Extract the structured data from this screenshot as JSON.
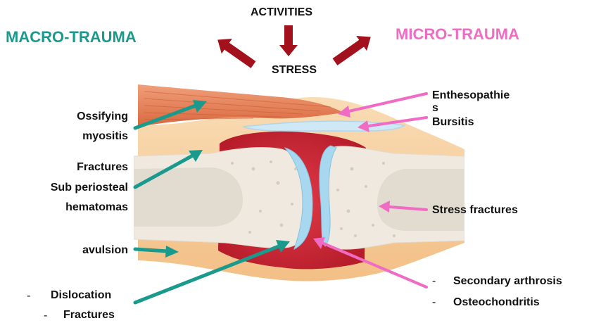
{
  "header": {
    "activities": "ACTIVITIES",
    "stress": "STRESS",
    "macro_title": "MACRO-TRAUMA",
    "micro_title": "MICRO-TRAUMA"
  },
  "colors": {
    "macro": "#1a9a8c",
    "micro": "#f06cc4",
    "arrow_red": "#a3111c",
    "muscle": "#e8865a",
    "tissue": "#f6c894",
    "bone": "#f1ede6",
    "cartilage": "#a8d8f0",
    "synovial": "#d42a3a"
  },
  "macro_labels": {
    "ossifying_1": "Ossifying",
    "ossifying_2": "myositis",
    "fractures": "Fractures",
    "subperiosteal_1": "Sub periosteal",
    "subperiosteal_2": "hematomas",
    "avulsion": "avulsion",
    "dislocation": "Dislocation",
    "fractures_2": "Fractures"
  },
  "micro_labels": {
    "enthesopathies_1": "Enthesopathie",
    "enthesopathies_2": "s",
    "bursitis": "Bursitis",
    "stress_fractures": "Stress fractures",
    "secondary_arthrosis": "Secondary arthrosis",
    "osteochondritis": "Osteochondritis"
  },
  "list_marker": "-"
}
